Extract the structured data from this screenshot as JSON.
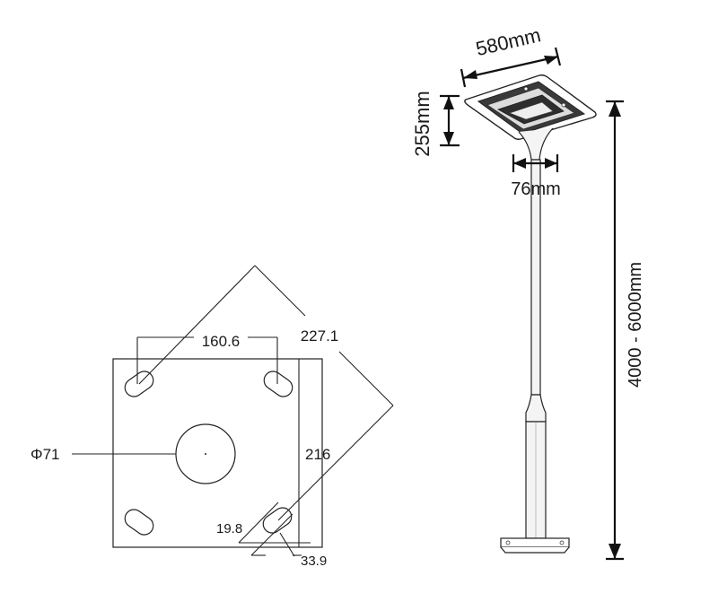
{
  "plate": {
    "hole_spacing": "160.6",
    "diagonal": "227.1",
    "center_hole": "Φ71",
    "plate_width": "216",
    "slot_width": "19.8",
    "slot_length": "33.9"
  },
  "lamp": {
    "head_width": "580mm",
    "head_height": "255mm",
    "pole_diameter": "76mm",
    "pole_height": "4000 - 6000mm"
  },
  "colors": {
    "line": "#222222",
    "lamp_dark": "#3a3a3a",
    "pole_fill": "#f4f4f4"
  }
}
